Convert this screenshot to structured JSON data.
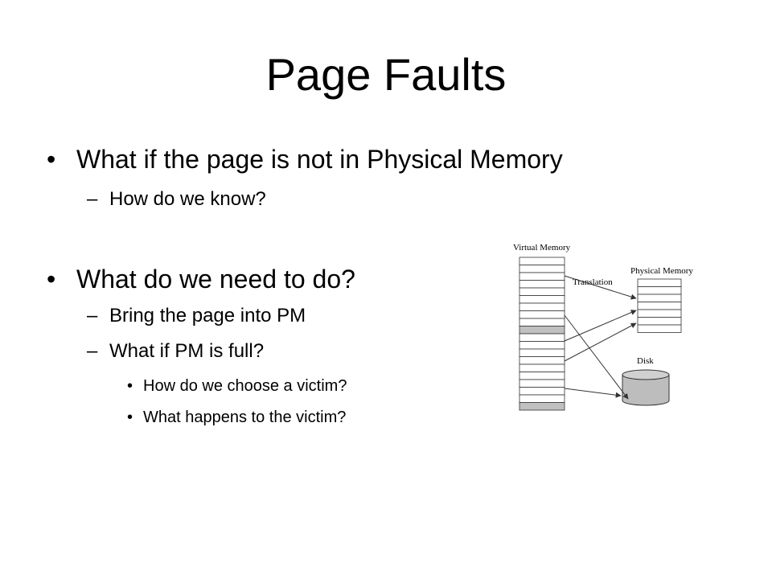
{
  "slide": {
    "title": "Page Faults",
    "bullets": [
      {
        "text": "What if the page is not in Physical Memory",
        "sub": [
          {
            "text": "How do we know?"
          }
        ]
      },
      {
        "text": "What do we need to do?",
        "sub": [
          {
            "text": "Bring the page into PM"
          },
          {
            "text": "What if PM is full?",
            "sub": [
              {
                "text": "How do we choose a victim?"
              },
              {
                "text": "What happens to the victim?"
              }
            ]
          }
        ]
      }
    ],
    "markers": {
      "level1": "•",
      "level2": "–",
      "level3": "•"
    }
  },
  "diagram": {
    "virtual_memory_label": "Virtual Memory",
    "translation_label": "Translation",
    "physical_memory_label": "Physical Memory",
    "disk_label": "Disk",
    "colors": {
      "highlight_row": "#c0c0c0",
      "disk_fill": "#bdbdbd",
      "line": "#333333"
    }
  }
}
